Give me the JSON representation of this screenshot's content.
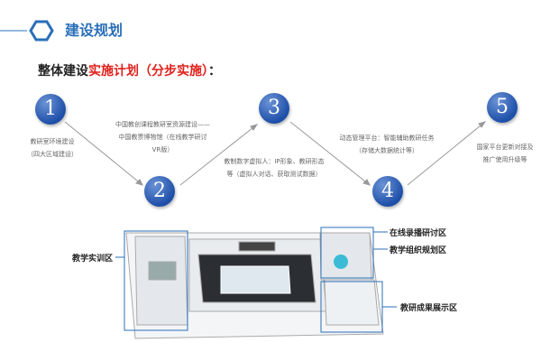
{
  "header": {
    "title": "建设规划",
    "icon": "hexagon-logo-icon"
  },
  "subtitle": {
    "prefix": "整体建设",
    "highlight": "实施计划（分步实施）",
    "suffix": "："
  },
  "steps": [
    {
      "number": "1",
      "text": "教研室环境建设（四大区域建设）"
    },
    {
      "number": "2",
      "text": "中国教创课程教研室资源建设——中国教票博物馆（在线教学研讨VR版）"
    },
    {
      "number": "3",
      "text": "教制数字虚拟人：IP形象、教研形态等（虚拟人对话、获取测试数据）"
    },
    {
      "number": "4",
      "text": "动态管理平台：智能辅助教研任务（存储大数据统计等）"
    },
    {
      "number": "5",
      "text": "国家平台更新对接及推广使用升级等"
    }
  ],
  "zones": {
    "training": "教学实训区",
    "recording": "在线录播研讨区",
    "planning": "教学组织规划区",
    "showcase": "教研成果展示区"
  }
}
